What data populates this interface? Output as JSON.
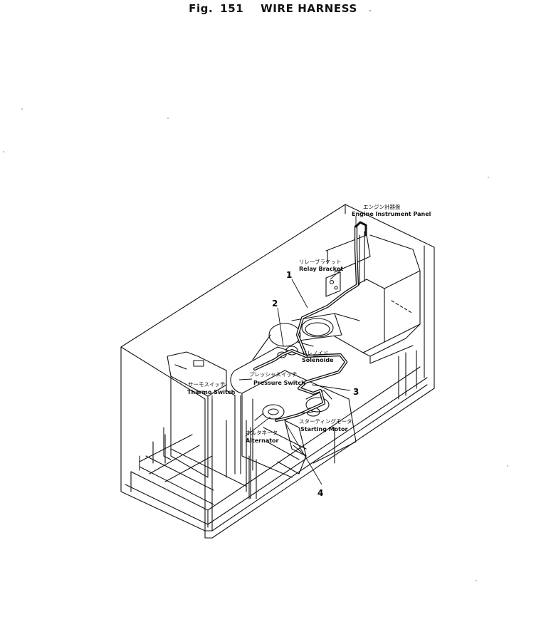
{
  "figure": {
    "label": "Fig.",
    "number": "151",
    "title": "WIRE HARNESS"
  },
  "components": [
    {
      "id": "engine-instrument-panel",
      "label_jp": "エンジン計器盤",
      "label_en": "Engine Instrument Panel"
    },
    {
      "id": "relay-bracket",
      "label_jp": "リレーブラケット",
      "label_en": "Relay Bracket"
    },
    {
      "id": "solenoid",
      "label_jp": "ソレノイド",
      "label_en": "Solenoide"
    },
    {
      "id": "pressure-switch",
      "label_jp": "プレッシャスイッチ",
      "label_en": "Pressure Switch"
    },
    {
      "id": "thermo-switch",
      "label_jp": "サーモスイッチ",
      "label_en": "Tharmo Switch"
    },
    {
      "id": "starting-motor",
      "label_jp": "スターティングモータ",
      "label_en": "Starting Motor"
    },
    {
      "id": "alternator",
      "label_jp": "オルタネータ",
      "label_en": "Alternator"
    }
  ],
  "callouts": [
    "1",
    "2",
    "3",
    "4"
  ],
  "colors": {
    "line": "#111111",
    "background": "#ffffff"
  }
}
